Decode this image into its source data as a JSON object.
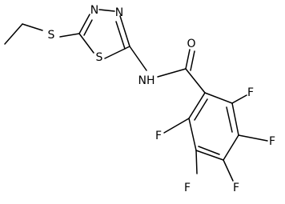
{
  "labels": {
    "s_thioether": "S",
    "s_ring": "S",
    "n_ring_a": "N",
    "n_ring_b": "N",
    "nh": "NH",
    "o": "O",
    "f_right_top": "F",
    "f_right_mid": "F",
    "f_right_bottom": "F",
    "f_left_top": "F",
    "f_left_bottom": "F"
  },
  "colors": {
    "ink": "#000000",
    "background": "#ffffff"
  }
}
